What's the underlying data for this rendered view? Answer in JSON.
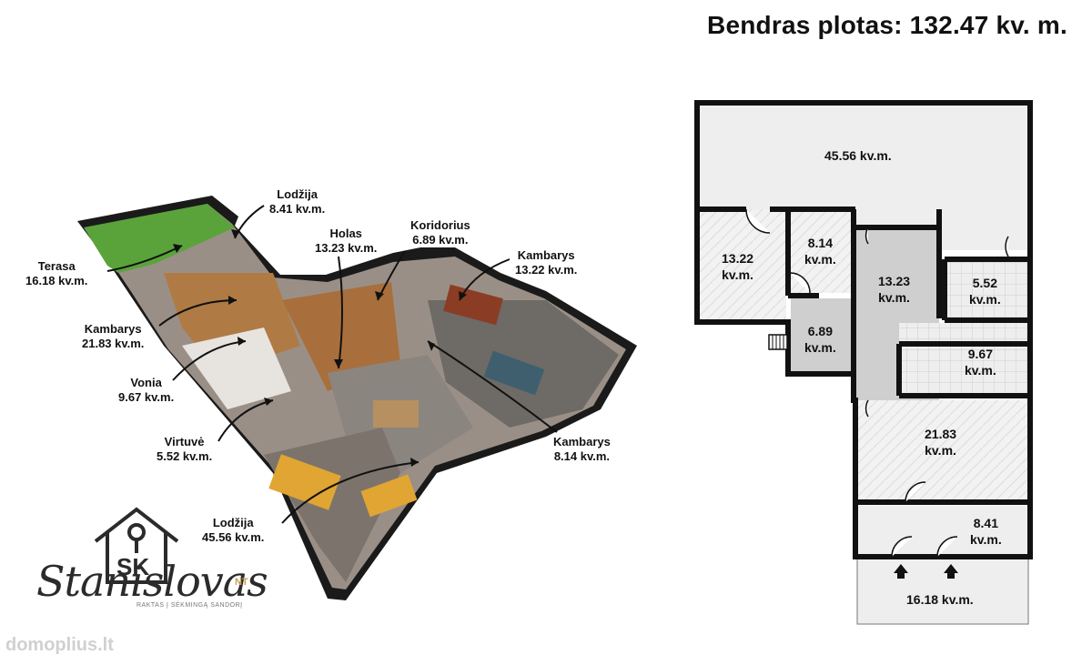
{
  "title": "Bendras plotas: 132.47 kv. m.",
  "iso_labels": [
    {
      "name": "Terasa",
      "area": "16.18 kv.m."
    },
    {
      "name": "Lodžija",
      "area": "8.41 kv.m."
    },
    {
      "name": "Holas",
      "area": "13.23 kv.m."
    },
    {
      "name": "Koridorius",
      "area": "6.89 kv.m."
    },
    {
      "name": "Kambarys",
      "area": "13.22 kv.m."
    },
    {
      "name": "Kambarys",
      "area": "21.83 kv.m."
    },
    {
      "name": "Vonia",
      "area": "9.67 kv.m."
    },
    {
      "name": "Virtuvė",
      "area": "5.52 kv.m."
    },
    {
      "name": "Kambarys",
      "area": "8.14 kv.m."
    },
    {
      "name": "Lodžija",
      "area": "45.56 kv.m."
    }
  ],
  "plan_rooms": [
    {
      "area": "45.56 kv.m."
    },
    {
      "value": "13.22",
      "unit": "kv.m."
    },
    {
      "value": "8.14",
      "unit": "kv.m."
    },
    {
      "value": "13.23",
      "unit": "kv.m."
    },
    {
      "value": "5.52",
      "unit": "kv.m."
    },
    {
      "value": "6.89",
      "unit": "kv.m."
    },
    {
      "value": "9.67",
      "unit": "kv.m."
    },
    {
      "value": "21.83",
      "unit": "kv.m."
    },
    {
      "value": "8.41",
      "unit": "kv.m."
    },
    {
      "area": "16.18 kv.m."
    }
  ],
  "logo": {
    "monogram": "SK",
    "script": "Stanislovas",
    "superscript": "NT",
    "tagline": "RAKTAS Į SĖKMINGĄ SANDORĮ"
  },
  "watermark": "domoplius.lt",
  "colors": {
    "wall": "#111111",
    "room_fill": "#eeeeee",
    "hall_fill": "#cfcfcf",
    "grass": "#5aa33a",
    "wood": "#b07a45"
  }
}
